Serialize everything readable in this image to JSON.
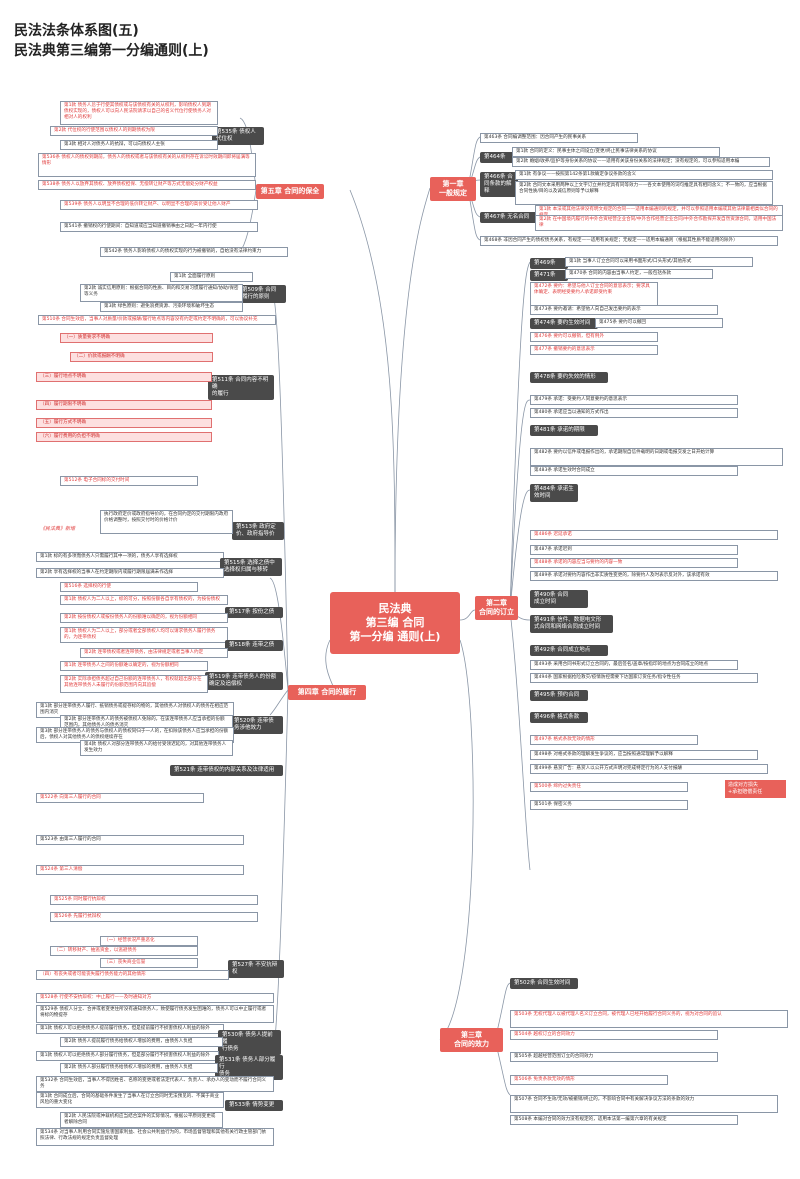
{
  "title": {
    "line1": "民法法条体系图(五)",
    "line2": "民法典第三编第一分编通则(上)"
  },
  "center": "民法典\n第三编 合同\n第一分编 通则(上)",
  "chapters": {
    "ch1": "第一章\n一般规定",
    "ch2": "第二章\n合同的订立",
    "ch3": "第三章\n合同的效力",
    "ch4": "第四章 合同的履行",
    "ch5": "第五章 合同的保全"
  },
  "sections": {
    "s464": "第464条",
    "s466": "第466条 合\n同条款的解\n释",
    "s467": "第467条 无名合同",
    "s469": "第469条",
    "s471": "第471条",
    "s474": "第474条 要约生效时间",
    "s478": "第478条 要约失效的情形",
    "s481": "第481条 承诺的期限",
    "s484": "第484条 承诺生\n效时间",
    "s490": "第490条 合同\n成立时间",
    "s491": "第491条 信件、数据电文形\n式合同和网络合同成立时间",
    "s492": "第492条 合同成立地点",
    "s495": "第495条 预约合同",
    "s496": "第496条 格式条款",
    "s502": "第502条 合同生效时间",
    "s509": "第509条 合同\n履行的原则",
    "s511": "第511条 合同内容不明确\n的履行",
    "s513": "第513条 政府定\n价、政府指导价",
    "s515": "第515条 选择之债中\n选择权归属与移转",
    "s517": "第517条 按份之债",
    "s518": "第518条 连带之债",
    "s519": "第519条 连带债务人的份额\n确定及追偿权",
    "s520": "第520条 连带债\n务涉他效力",
    "s521": "第521条 连带债权的内部关系及法律适用",
    "s527": "第527条 不安抗辩\n权",
    "s530": "第530条 债务人提前履\n行债务",
    "s531": "第531条 债务人部分履行\n债务",
    "s533": "第533条 情势变更",
    "s535": "第535条 债权人代位权"
  },
  "boxes": {
    "r1": "第463条 合同编调整范围：因合同产生的民事关系",
    "r2": "第1款 合同的定义：民事主体之间设立/变更/终止民事法律关系的协议",
    "r3": "第2款 婚姻/收养/监护等身份关系的协议——适用有关该身份关系的法律规定；没有规定的，可以参照适用本编",
    "r4": "第1款 有争议——按照第142条第1款确定争议条款的含义",
    "r5": "第2款 合同文本采用两种以上文字订立并约定具有同等效力——各文本使用的词句推定具有相同含义；不一致的，应当根据合同性质/目的以及诚信原则等予以解释",
    "r6": "第1款 本法或其他法律没有明文规定的合同——适用本编通则的规定，并可以参照适用本编或其他法律最相类似合同的规定",
    "r7": "第2款 在中国境内履行的中外合资经营企业合同/中外合作经营企业合同/中外合作勘探开发自然资源合同，适用中国法律",
    "r8": "第468条 非因合同产生的债权债务关系，有规定——适用有关规定；无规定——适用本编通则（根据其性质不能适用的除外）",
    "r9": "第1款 当事人订立合同可以采用书面形式/口头形式/其他形式",
    "r10": "第470条 合同的内容由当事人约定，一般包括条款",
    "r11": "第472条 要约：希望与他人订立合同的意思表示；要求具体确定、表明经受要约人承诺即受约束",
    "r12": "第473条 要约邀请：希望他人向自己发出要约的表示",
    "r13": "第475条 要约可以撤回",
    "r14": "第476条 要约可以撤销，但有例外",
    "r15": "第477条 撤销要约的意思表示",
    "r16": "第479条 承诺：受要约人同意要约的意思表示",
    "r17": "第480条 承诺应当以通知的方式作出",
    "r18": "第482条 要约以信件或电报作出的，承诺期限自信件载明的日期或电报交发之日开始计算",
    "r19": "第483条 承诺生效时合同成立",
    "r20": "第486条 迟延承诺",
    "r21": "第487条 承诺迟到",
    "r22": "第488条 承诺的内容应当与要约的内容一致",
    "r23": "第489条 承诺对要约内容作出非实质性变更的，除要约人及时表示反对外，该承诺有效",
    "r24": "第493条 采用合同书形式订立合同的，最后签名/盖章/按指印的地点为合同成立的地点",
    "r25": "第494条 国家根据抢险救灾/疫情防控需要下达国家订货任务/指令性任务",
    "r26": "第497条 格式条款无效的情形",
    "r27": "第498条 对格式条款的理解发生争议的，应当按照通常理解予以解释",
    "r28": "第499条 悬赏广告：悬赏人以公开方式声明对完成特定行为的人支付报酬",
    "r29": "第500条 缔约过失责任",
    "r30": "第501条 保密义务",
    "r31": "第503条 无权代理人以被代理人名义订立合同，被代理人已经开始履行合同义务的，视为对合同的追认",
    "r32": "第504条 越权订立的合同效力",
    "r33": "第505条 超越经营范围订立的合同效力",
    "r34": "第506条 免责条款无效的情形",
    "r35": "第507条 合同不生效/无效/被撤销/终止的，不影响合同中有关解决争议方法的条款的效力",
    "r36": "第508条 本编对合同的效力没有规定的，适用本法第一编第六章的有关规定",
    "l1": "第1款 债务人怠于行使其债权或与该债权有关的从权利，影响债权人到期债权实现的，债权人可以向人民法院请求以自己的名义代位行使债务人对相对人的权利",
    "l2": "第2款 代位权的行使范围以债权人的到期债权为限",
    "l3": "第3款 相对人对债务人的抗辩，可以向债权人主张",
    "l4": "第536条 债权人的债权到期前，债务人的债权或者与该债权有关的从权利存在诉讼时效期间即将届满等情形",
    "l5": "第538条 债务人以放弃其债权、放弃债权担保、无偿转让财产等方式无偿处分财产权益",
    "l6": "第539条 债务人以明显不合理的低价转让财产、以明显不合理的高价受让他人财产",
    "l7": "第541条 撤销权的行使期间：自知道或应当知道撤销事由之日起一年内行使",
    "l8": "第542条 债务人影响债权人的债权实现的行为被撤销的，自始没有法律约束力",
    "l9": "第1款 全面履行原则",
    "l10": "第2款 诚实信用原则：根据合同的性质、目的和交易习惯履行通知/协助/保密等义务",
    "l11": "第3款 绿色原则：避免浪费资源、污染环境和破坏生态",
    "l12": "第510条 合同生效后，当事人对质量/价款或报酬/履行地点等内容没有约定或约定不明确的，可以协议补充",
    "l13": "（一）质量要求不明确",
    "l14": "（二）价款或报酬不明确",
    "l15": "（三）履行地点不明确",
    "l16": "（四）履行期限不明确",
    "l17": "（五）履行方式不明确",
    "l18": "（六）履行费用的负担不明确",
    "l19": "第512条 电子合同标的交付时间",
    "l20": "执行政府定价或政府指导价的，在合同约定的交付期限内政府价格调整时，按照交付时的价格计价",
    "l21": "第1款 标的有多项而债务人只需履行其中一项的，债务人享有选择权",
    "l22": "第2款 享有选择权的当事人在约定期限内或履行期限届满未作选择",
    "l23": "第516条 选择权的行使",
    "l24": "第1款 债权人为二人以上，标的可分，按照份额各自享有债权的，为按份债权",
    "l25": "第2款 按份债权人或按份债务人的份额难以确定的，视为份额相同",
    "l26": "第1款 债权人为二人以上，部分或者全部债权人均可以请求债务人履行债务的，为连带债权",
    "l27": "第2款 连带债权或者连带债务，由法律规定或者当事人约定",
    "l28": "第1款 连带债务人之间的份额难以确定的，视为份额相同",
    "l29": "第2款 实际承担债务超过自己份额的连带债务人，有权就超出部分在其他连带债务人未履行的份额范围内向其追偿",
    "l30": "第1款 部分连带债务人履行、抵销债务或提存标的物的，其他债务人对债权人的债务在相应范围内消灭",
    "l31": "第2款 部分连带债务人的债务被债权人免除的，在该连带债务人应当承担的份额范围内，其他债务人的债务消灭",
    "l32": "第3款 部分连带债务人的债务与债权人的债权同归于一人的，在扣除该债务人应当承担的份额后，债权人对其他债务人的债权继续存在",
    "l33": "第4款 债权人对部分连带债务人的给付受领迟延的，对其他连带债务人发生效力",
    "l34": "第522条 向第三人履行的合同",
    "l35": "第523条 由第三人履行的合同",
    "l36": "第524条 第三人清偿",
    "l37": "第525条 同时履行抗辩权",
    "l38": "第526条 先履行抗辩权",
    "l39": "（一）经营状况严重恶化",
    "l40": "（二）转移财产、抽逃资金，以逃避债务",
    "l41": "（三）丧失商业信誉",
    "l42": "（四）有丧失或者可能丧失履行债务能力的其他情形",
    "l43": "第528条 行使不安抗辩权：中止履行——及时通知对方",
    "l44": "第529条 债权人分立、合并或者变更住所没有通知债务人，致使履行债务发生困难的，债务人可以中止履行或者将标的物提存",
    "l45": "第1款 债权人可以拒绝债务人提前履行债务，但是提前履行不损害债权人利益的除外",
    "l46": "第2款 债务人提前履行债务给债权人增加的费用，由债务人负担",
    "l47": "第1款 债权人可以拒绝债务人部分履行债务，但是部分履行不损害债权人利益的除外",
    "l48": "第2款 债务人部分履行债务给债权人增加的费用，由债务人负担",
    "l49": "第532条 合同生效后，当事人不得因姓名、名称的变更或者法定代表人、负责人、承办人的变动而不履行合同义务",
    "l50": "第1款 合同成立后，合同的基础条件发生了当事人在订立合同时无法预见的、不属于商业风险的重大变化",
    "l51": "第2款 人民法院或仲裁机构应当结合案件的实际情况，根据公平原则变更或者解除合同",
    "l52": "第534条 对当事人利用合同实施危害国家利益、社会公共利益行为的，市场监督管理和其他有关行政主管部门依照法律、行政法规的规定负责监督处理"
  },
  "notes": {
    "n1": "造成对方损失\n+承担赔偿责任",
    "n2": "《民法典》新增"
  }
}
